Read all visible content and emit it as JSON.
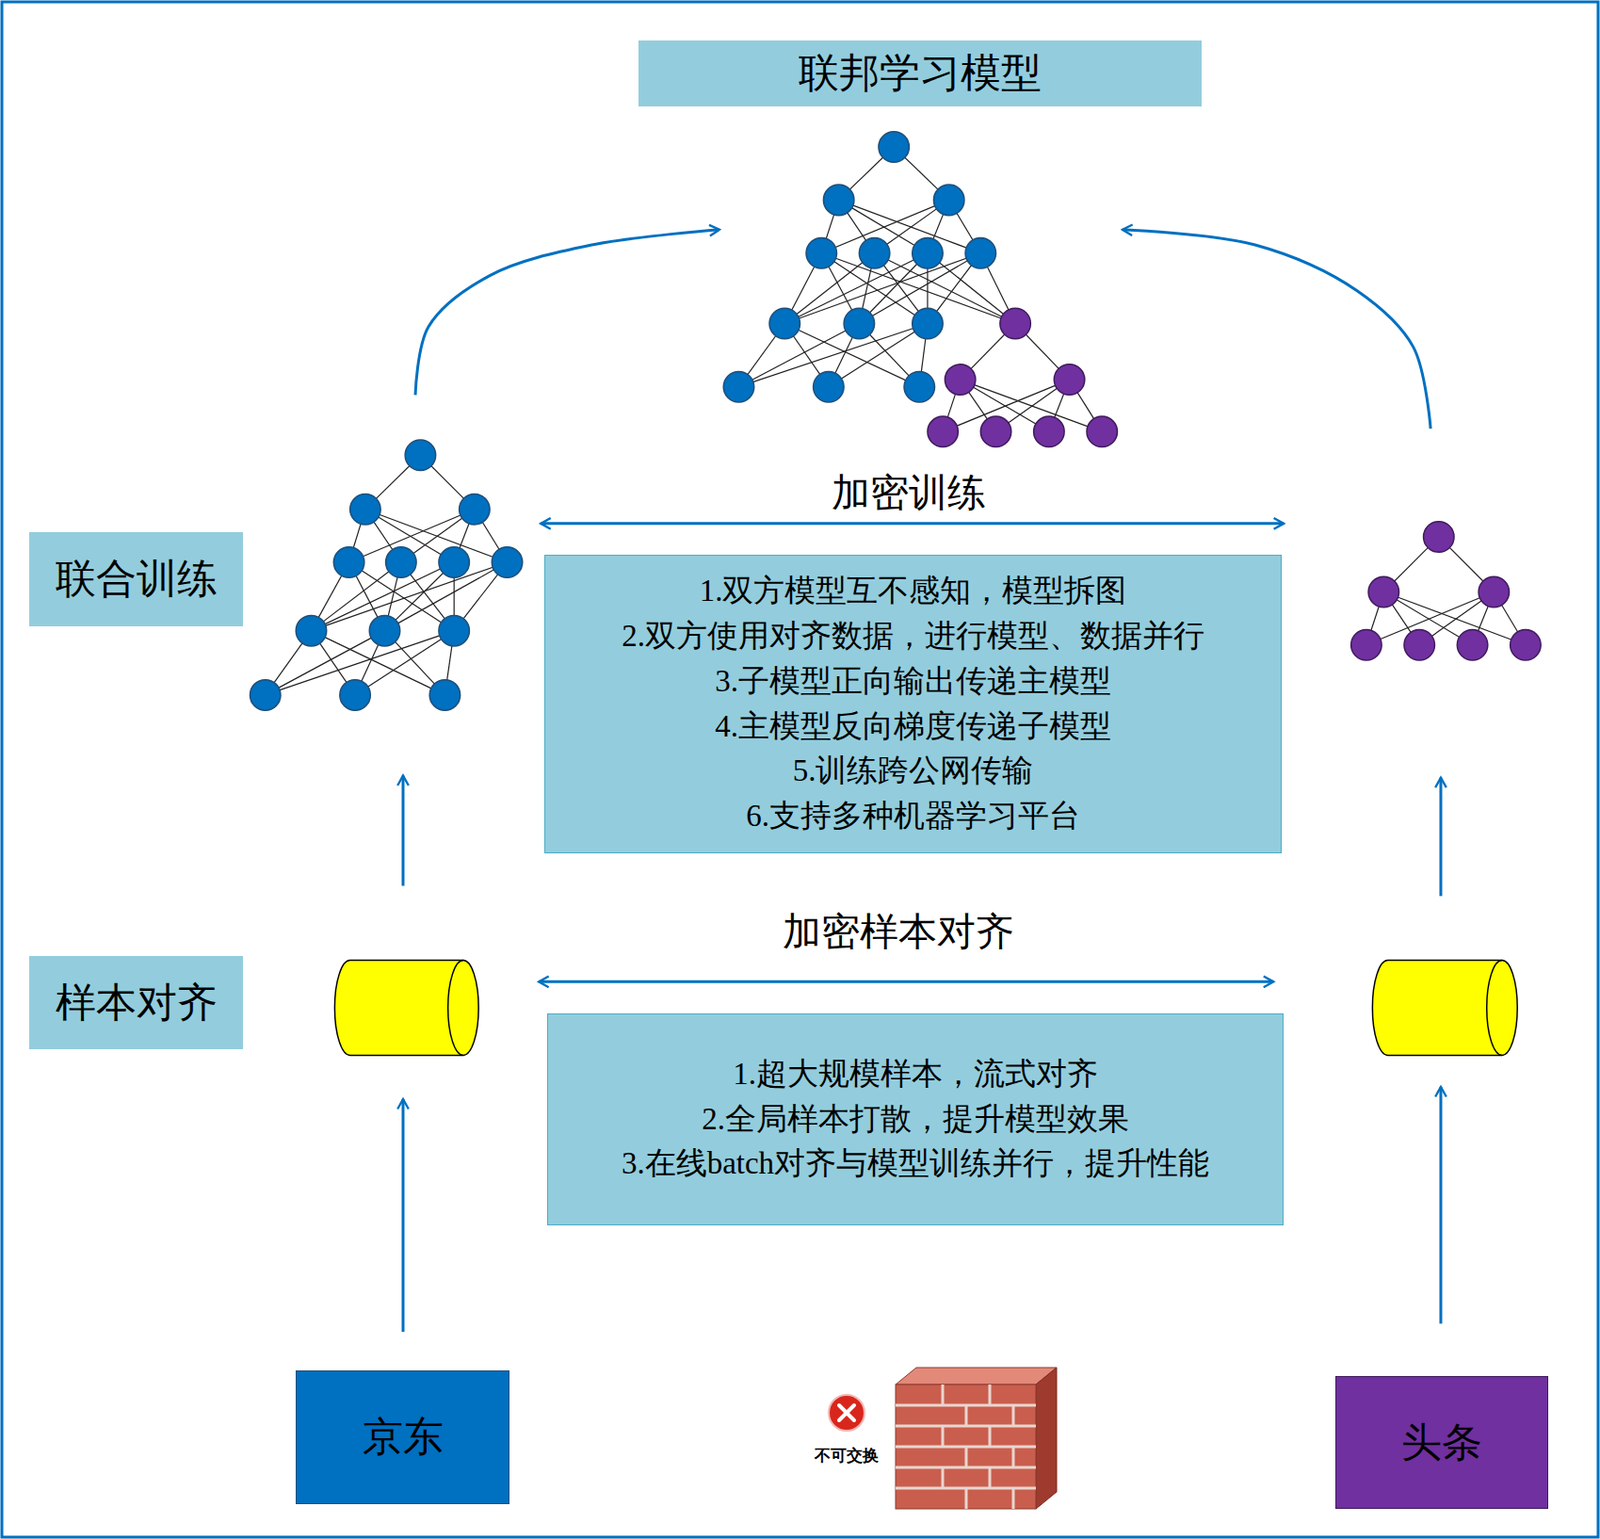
{
  "diagram": {
    "nodes": [
      {
        "text": [
          "联邦学习模型"
        ]
      },
      {
        "text": [
          "联合训练"
        ]
      },
      {
        "text": [
          "1.双方模型互不感知，模型拆图",
          "2.双方使用对齐数据，进行模型、数据并行",
          "3.子模型正向输出传递主模型",
          "4.主模型反向梯度传递子模型",
          "5.训练跨公网传输",
          "6.支持多种机器学习平台"
        ]
      },
      {
        "text": [
          "样本对齐"
        ]
      },
      {
        "text": [
          "1.超大规模样本，流式对齐",
          "2.全局样本打散，提升模型效果",
          "3.在线batch对齐与模型训练并行，提升性能"
        ]
      },
      {
        "text": [
          "京东"
        ]
      },
      {
        "text": [
          "头条"
        ]
      }
    ],
    "labels": [
      "加密训练",
      "加密样本对齐",
      "不可交换"
    ]
  }
}
